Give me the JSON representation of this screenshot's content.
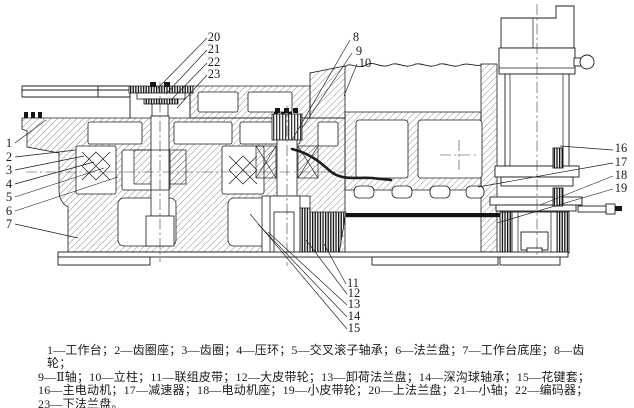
{
  "drawing": {
    "title": "worktable-drive-cross-section",
    "callouts": [
      "1",
      "2",
      "3",
      "4",
      "5",
      "6",
      "7",
      "8",
      "9",
      "10",
      "11",
      "12",
      "13",
      "14",
      "15",
      "16",
      "17",
      "18",
      "19",
      "20",
      "21",
      "22",
      "23"
    ],
    "legend": {
      "lines": [
        "1—工作台；2—齿圈座；3—齿圈；4—压环；5—交叉滚子轴承；6—法兰盘；7—工作台底座；8—齿轮；",
        "9—Ⅱ轴；10—立柱；11—联组皮带；12—大皮带轮；13—卸荷法兰盘；14—深沟球轴承；15—花键套；",
        "16—主电动机；17—减速器；18—电动机座；19—小皮带轮；20—上法兰盘；21—小轴；22—编码器；",
        "23—下法兰盘。"
      ]
    },
    "colors": {
      "ink": "#1c1c1c",
      "paper": "#ffffff"
    }
  }
}
